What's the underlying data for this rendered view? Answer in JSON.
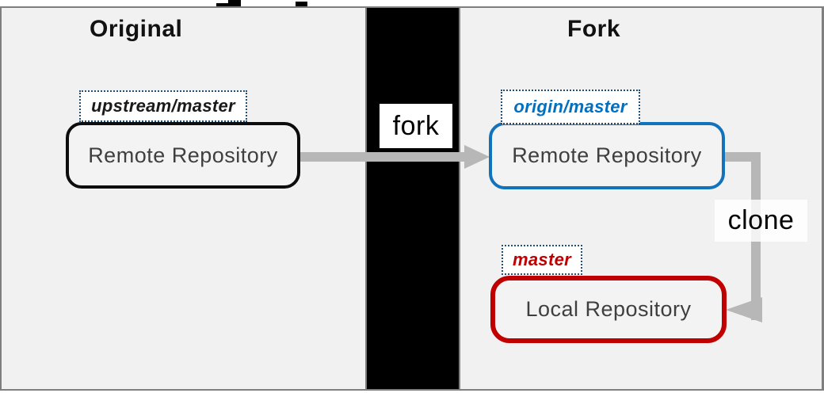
{
  "diagram": {
    "title_fragments_note": "partial cropped glyphs at top edge",
    "panels": {
      "original": {
        "heading": "Original"
      },
      "fork": {
        "heading": "Fork"
      }
    },
    "nodes": {
      "upstream_remote": {
        "label": "Remote Repository",
        "branch_tag": "upstream/master"
      },
      "origin_remote": {
        "label": "Remote Repository",
        "branch_tag": "origin/master"
      },
      "local": {
        "label": "Local Repository",
        "branch_tag": "master"
      }
    },
    "edges": {
      "fork": {
        "label": "fork",
        "from": "upstream_remote",
        "to": "origin_remote"
      },
      "clone": {
        "label": "clone",
        "from": "origin_remote",
        "to": "local"
      }
    },
    "colors": {
      "slide_background": "#f1f1f1",
      "frame_border": "#7f7f7f",
      "divider_bar": "#000000",
      "arrow_gray": "#b7b7b7",
      "box_text": "#3f3f3f",
      "upstream_box_border": "#0d0d0d",
      "origin_box_border": "#1272bc",
      "origin_tag_text": "#0070c0",
      "local_box_border": "#c00000",
      "master_tag_text": "#c00000",
      "branch_tag_dotted_border": "#1f4e79"
    }
  }
}
